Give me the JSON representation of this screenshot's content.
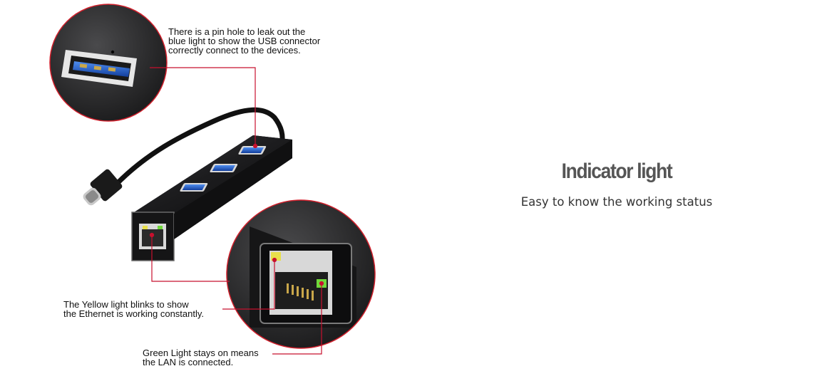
{
  "callouts": {
    "usb_pin_hole": "There is a pin hole to leak out the\nblue light to show the USB connector\ncorrectly connect to the devices.",
    "yellow_light": "The Yellow light blinks to show\nthe Ethernet is working constantly.",
    "green_light": "Green Light stays on means\nthe LAN is connected."
  },
  "feature": {
    "title": "Indicator light",
    "description": "Easy to know the working status"
  },
  "colors": {
    "leader_line": "#c8102e",
    "usb_blue": "#1e63c8",
    "led_yellow": "#e8e04a",
    "led_green": "#6fd83a",
    "hub_body": "#1c1c1e"
  }
}
